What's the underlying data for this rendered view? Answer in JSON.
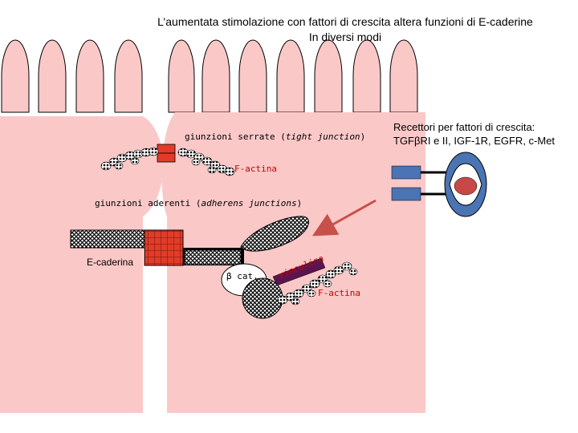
{
  "title": {
    "line1": "L’aumentata stimolazione con fattori di crescita altera funzioni di  E-caderine",
    "line2": "In diversi modi"
  },
  "labels": {
    "tight_junction_pre": "giunzioni serrate (",
    "tight_junction_italic": "tight junction",
    "tight_junction_post": ")",
    "f_actin_top": "F-actina",
    "adherens_pre": "giunzioni aderenti (",
    "adherens_italic": "adherens junctions",
    "adherens_post": ")",
    "e_cadherin": "E-caderina",
    "beta_catenin": "β cat.",
    "vinculin": "vinculina",
    "f_actin_bottom": "F-actina"
  },
  "receptors": {
    "line1": "Recettori per fattori di crescita:",
    "line2": "TGFβRI e II, IGF-1R, EGFR, c-Met"
  },
  "colors": {
    "cell": "#fbc8c8",
    "junction_red": "#e03c28",
    "receptor_blue": "#4a74b4",
    "arrow": "#c8504a",
    "vinculin_bar": "#5a1450",
    "label_red": "#cc0000"
  }
}
